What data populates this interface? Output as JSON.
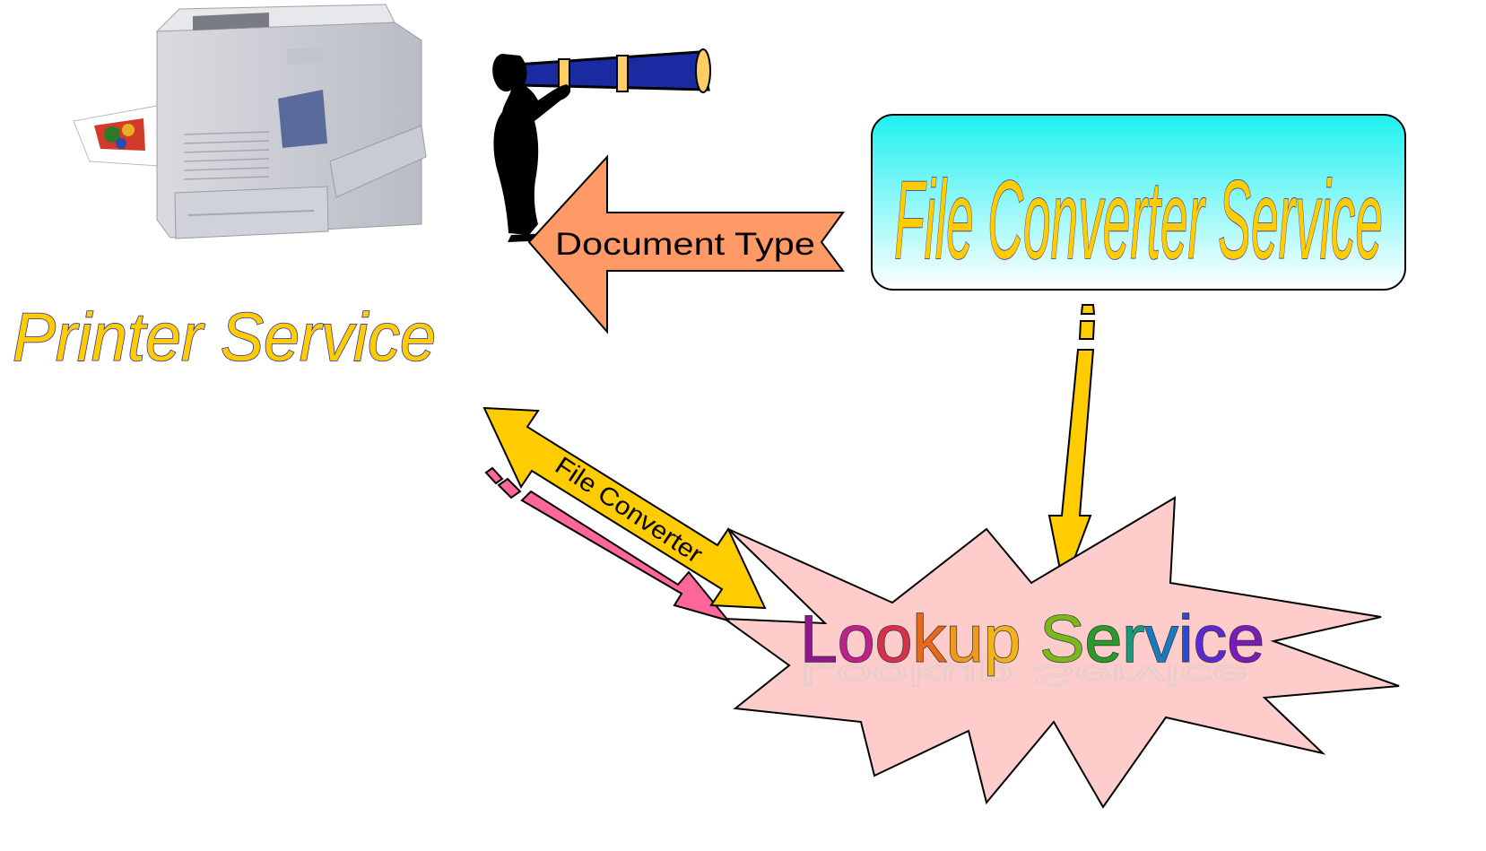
{
  "printer": {
    "label": "Printer Service"
  },
  "converter_box": {
    "label": "File Converter Service",
    "fill_top": "#1ff0f0",
    "fill_bottom": "#ffffff"
  },
  "query_arrow": {
    "label": "Document Type",
    "fill": "#ff9966"
  },
  "transfer_arrow": {
    "label": "File Converter",
    "fill": "#ffcc00"
  },
  "lookup": {
    "label_parts": [
      {
        "text": "L",
        "color": "#8a1a8a"
      },
      {
        "text": "o",
        "color": "#c0208c"
      },
      {
        "text": "o",
        "color": "#d8304c"
      },
      {
        "text": "k",
        "color": "#e66a1a"
      },
      {
        "text": "u",
        "color": "#ef9a1a"
      },
      {
        "text": "p",
        "color": "#f1b21a"
      },
      {
        "text": " ",
        "color": "#000000"
      },
      {
        "text": "S",
        "color": "#7ab81e"
      },
      {
        "text": "e",
        "color": "#2a9a2a"
      },
      {
        "text": "r",
        "color": "#1a9a7a"
      },
      {
        "text": "v",
        "color": "#1a7ac0"
      },
      {
        "text": "i",
        "color": "#2a4ad0"
      },
      {
        "text": "c",
        "color": "#5a2ad0"
      },
      {
        "text": "e",
        "color": "#7a1ab8"
      }
    ],
    "burst_fill": "#ffcccc"
  },
  "colors": {
    "pink_arrow": "#ff6699",
    "outline": "#000000",
    "scope": "#1a2aa0"
  },
  "icons": {
    "printer": "printer-icon",
    "observer": "telescope-observer-icon"
  }
}
